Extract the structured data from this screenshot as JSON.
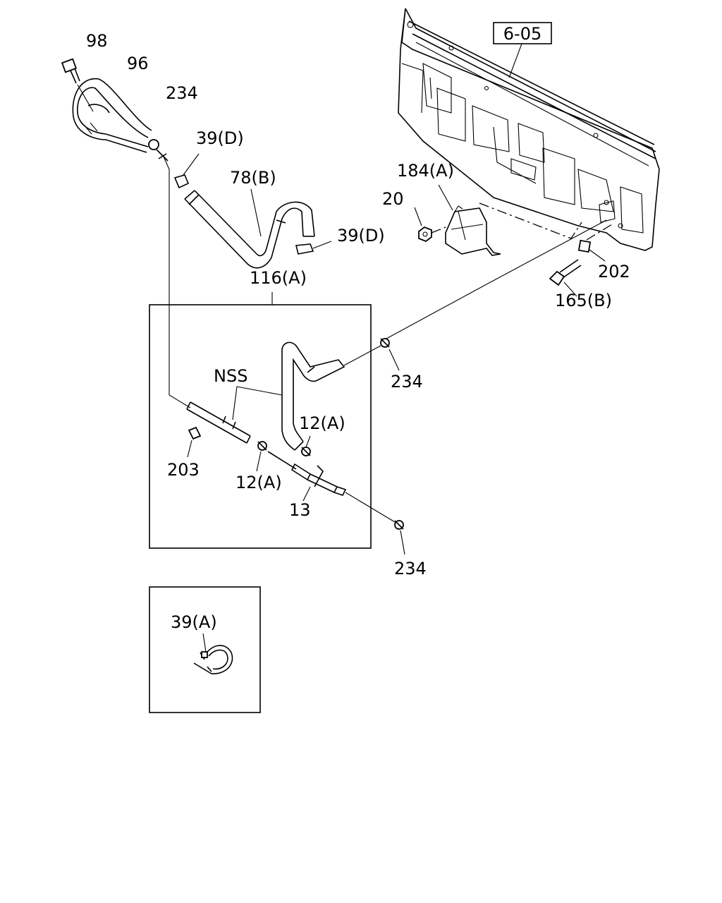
{
  "reference_tag": "6-05",
  "callouts": {
    "c98": "98",
    "c96": "96",
    "c234_top": "234",
    "c39d_top": "39(D)",
    "c78b": "78(B)",
    "c39d_mid": "39(D)",
    "c184a": "184(A)",
    "c20": "20",
    "c202": "202",
    "c165b": "165(B)",
    "c116a": "116(A)",
    "c234_mid": "234",
    "cnss": "NSS",
    "c12a_right": "12(A)",
    "c203": "203",
    "c12a_left": "12(A)",
    "c13": "13",
    "c234_bottom": "234",
    "c39a": "39(A)"
  }
}
